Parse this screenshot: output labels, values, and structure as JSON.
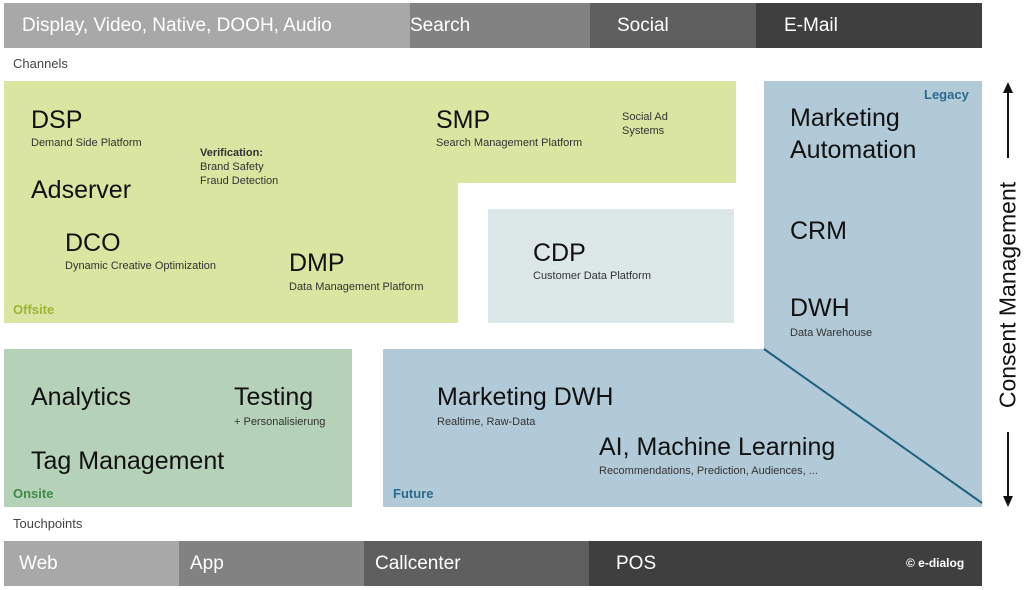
{
  "channels": {
    "bar": [
      {
        "label": "Display, Video, Native, DOOH, Audio",
        "color": "#a8a8a8"
      },
      {
        "label": "Search",
        "color": "#828282"
      },
      {
        "label": "Social",
        "color": "#5f5f5f"
      },
      {
        "label": "E-Mail",
        "color": "#3f3f3f"
      }
    ],
    "label": "Channels"
  },
  "offsite": {
    "zone_label": "Offsite",
    "color": "#d9e5a1",
    "label_color": "#9cb537",
    "dsp": {
      "title": "DSP",
      "subtitle": "Demand Side Platform"
    },
    "verification": {
      "title": "Verification:",
      "line1": "Brand Safety",
      "line2": "Fraud Detection"
    },
    "adserver": {
      "title": "Adserver"
    },
    "dco": {
      "title": "DCO",
      "subtitle": "Dynamic Creative Optimization"
    },
    "dmp": {
      "title": "DMP",
      "subtitle": "Data Management Platform"
    },
    "smp": {
      "title": "SMP",
      "subtitle": "Search Management Platform"
    },
    "social_ad": {
      "line1": "Social Ad",
      "line2": "Systems"
    }
  },
  "cdp": {
    "title": "CDP",
    "subtitle": "Customer Data Platform",
    "color": "#dce7e8"
  },
  "legacy": {
    "zone_label": "Legacy",
    "color": "#b2cad8",
    "label_color": "#2a6a8c",
    "marketing_automation": {
      "line1": "Marketing",
      "line2": "Automation"
    },
    "crm": {
      "title": "CRM"
    },
    "dwh": {
      "title": "DWH",
      "subtitle": "Data Warehouse"
    }
  },
  "onsite": {
    "zone_label": "Onsite",
    "color": "#b5d1b7",
    "label_color": "#3f8a4c",
    "analytics": {
      "title": "Analytics"
    },
    "testing": {
      "title": "Testing",
      "subtitle": "+ Personalisierung"
    },
    "tag_management": {
      "title": "Tag Management"
    }
  },
  "future": {
    "zone_label": "Future",
    "color": "#b2cad8",
    "label_color": "#2a6a8c",
    "marketing_dwh": {
      "title": "Marketing DWH",
      "subtitle": "Realtime, Raw-Data"
    },
    "ai": {
      "title": "AI, Machine Learning",
      "subtitle": "Recommendations, Prediction, Audiences, ..."
    }
  },
  "consent": {
    "label": "Consent Management"
  },
  "touchpoints": {
    "label": "Touchpoints",
    "bar": [
      {
        "label": "Web",
        "color": "#a8a8a8"
      },
      {
        "label": "App",
        "color": "#828282"
      },
      {
        "label": "Callcenter",
        "color": "#5f5f5f"
      },
      {
        "label": "POS",
        "color": "#3f3f3f"
      }
    ],
    "copyright": "© e-dialog"
  }
}
